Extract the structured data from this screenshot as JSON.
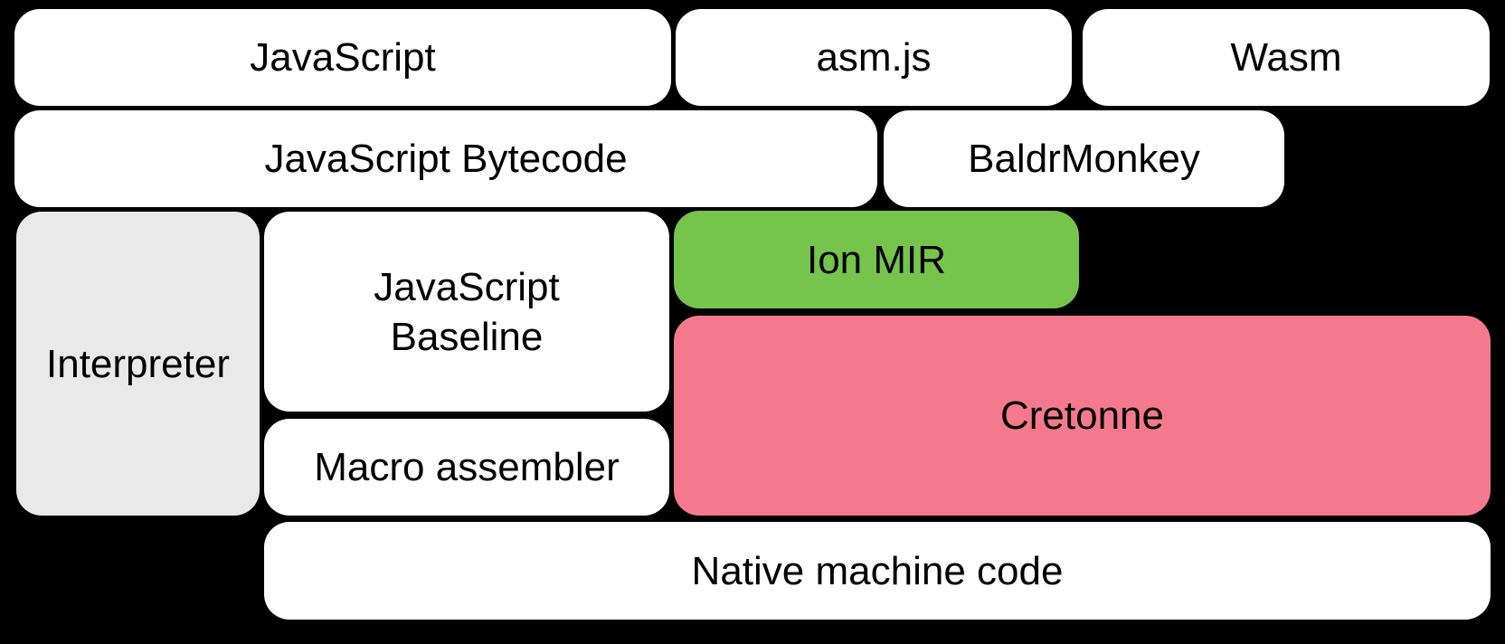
{
  "diagram": {
    "boxes": [
      {
        "id": "javascript",
        "label": "JavaScript"
      },
      {
        "id": "asmjs",
        "label": "asm.js"
      },
      {
        "id": "wasm",
        "label": "Wasm"
      },
      {
        "id": "javascript-bytecode",
        "label": "JavaScript Bytecode"
      },
      {
        "id": "baldrmonkey",
        "label": "BaldrMonkey"
      },
      {
        "id": "interpreter",
        "label": "Interpreter"
      },
      {
        "id": "javascript-baseline",
        "label": "JavaScript\nBaseline"
      },
      {
        "id": "ion-mir",
        "label": "Ion MIR"
      },
      {
        "id": "macro-assembler",
        "label": "Macro assembler"
      },
      {
        "id": "cretonne",
        "label": "Cretonne"
      },
      {
        "id": "native-machine-code",
        "label": "Native machine code"
      }
    ],
    "colors": {
      "background": "#000000",
      "box_default": "#ffffff",
      "interpreter_box": "#e9e9e9",
      "ion_mir_box": "#76c44c",
      "cretonne_box": "#f5798c",
      "label_text": "#000000"
    }
  }
}
